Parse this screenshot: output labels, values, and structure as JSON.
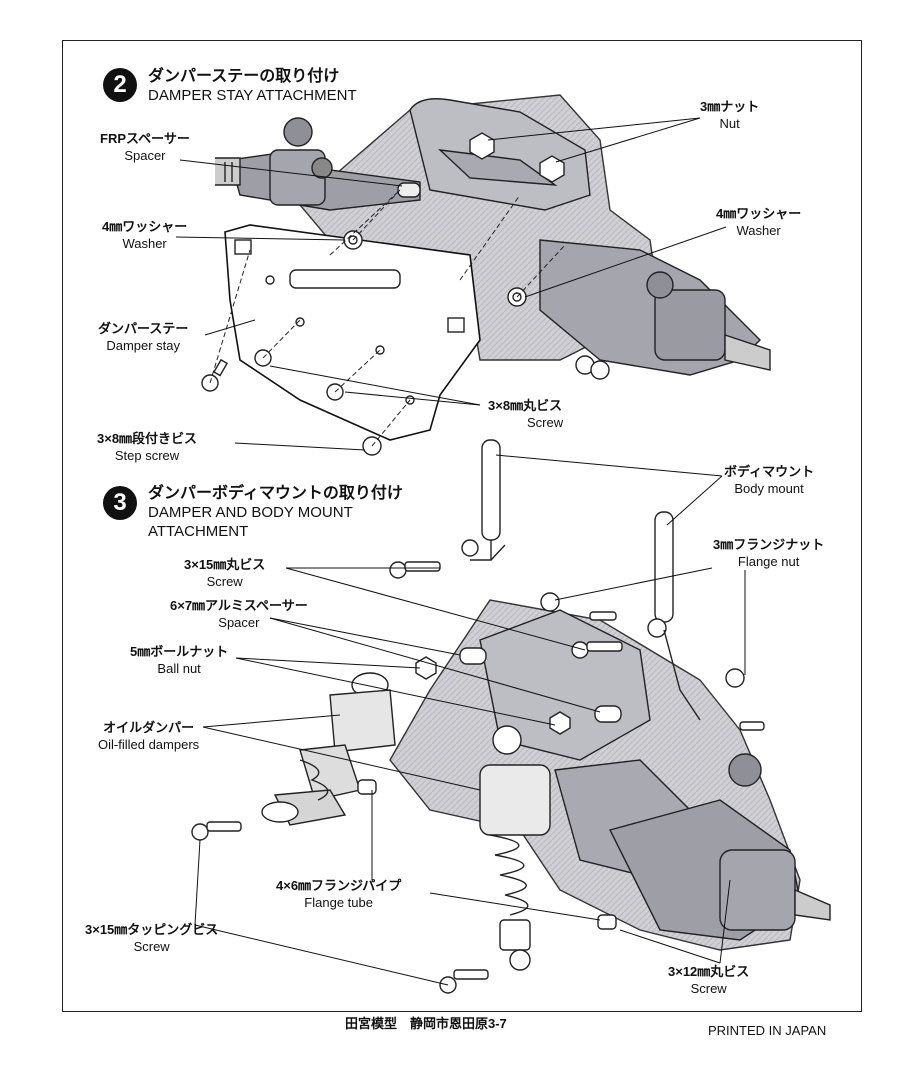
{
  "step2": {
    "number": "2",
    "title_jp": "ダンパーステーの取り付け",
    "title_en": "DAMPER STAY ATTACHMENT"
  },
  "step3": {
    "number": "3",
    "title_jp": "ダンパーボディマウントの取り付け",
    "title_en_line1": "DAMPER AND BODY MOUNT",
    "title_en_line2": "ATTACHMENT"
  },
  "labels2": {
    "nut": {
      "jp": "3㎜ナット",
      "en": "Nut"
    },
    "spacer": {
      "jp": "FRPスペーサー",
      "en": "Spacer"
    },
    "washer_left": {
      "jp": "4㎜ワッシャー",
      "en": "Washer"
    },
    "washer_right": {
      "jp": "4㎜ワッシャー",
      "en": "Washer"
    },
    "damper_stay": {
      "jp": "ダンパーステー",
      "en": "Damper stay"
    },
    "screw": {
      "jp": "3×8㎜丸ビス",
      "en": "Screw"
    },
    "step_screw": {
      "jp": "3×8㎜段付きビス",
      "en": "Step screw"
    }
  },
  "labels3": {
    "body_mount": {
      "jp": "ボディマウント",
      "en": "Body mount"
    },
    "flange_nut": {
      "jp": "3㎜フランジナット",
      "en": "Flange nut"
    },
    "screw_15": {
      "jp": "3×15㎜丸ビス",
      "en": "Screw"
    },
    "alu_spacer": {
      "jp": "6×7㎜アルミスペーサー",
      "en": "Spacer"
    },
    "ball_nut": {
      "jp": "5㎜ボールナット",
      "en": "Ball nut"
    },
    "oil_damper": {
      "jp": "オイルダンパー",
      "en": "Oil-filled dampers"
    },
    "flange_tube": {
      "jp": "4×6㎜フランジパイプ",
      "en": "Flange tube"
    },
    "tapping_screw": {
      "jp": "3×15㎜タッピングビス",
      "en": "Screw"
    },
    "screw_12": {
      "jp": "3×12㎜丸ビス",
      "en": "Screw"
    }
  },
  "footer": {
    "maker": "田宮模型　静岡市恩田原3-7",
    "printed": "PRINTED IN JAPAN"
  }
}
